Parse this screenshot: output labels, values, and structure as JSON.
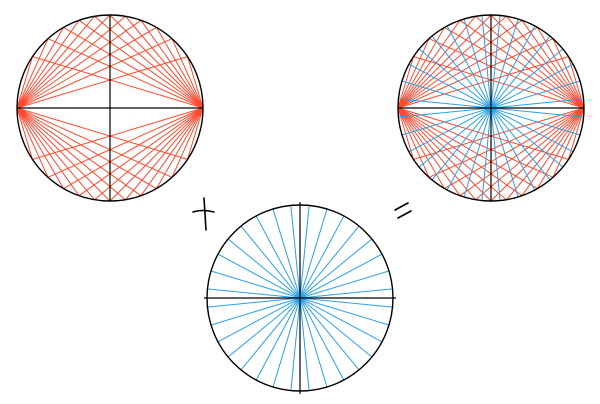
{
  "diagram": {
    "operators": {
      "plus": "+",
      "equals": "="
    },
    "colors": {
      "outline": "#000000",
      "axes": "#000000",
      "chords": "#ff4a2e",
      "spokes": "#2aa0e8",
      "background": "#ffffff"
    },
    "circles": [
      {
        "id": "left",
        "role": "chord-pattern",
        "chord_divisions": 12,
        "shows_chords": true,
        "shows_spokes": false
      },
      {
        "id": "center",
        "role": "spoke-pattern",
        "spoke_count": 16,
        "shows_chords": false,
        "shows_spokes": true
      },
      {
        "id": "right",
        "role": "combined-pattern",
        "chord_divisions": 12,
        "spoke_count": 16,
        "shows_chords": true,
        "shows_spokes": true
      }
    ]
  }
}
